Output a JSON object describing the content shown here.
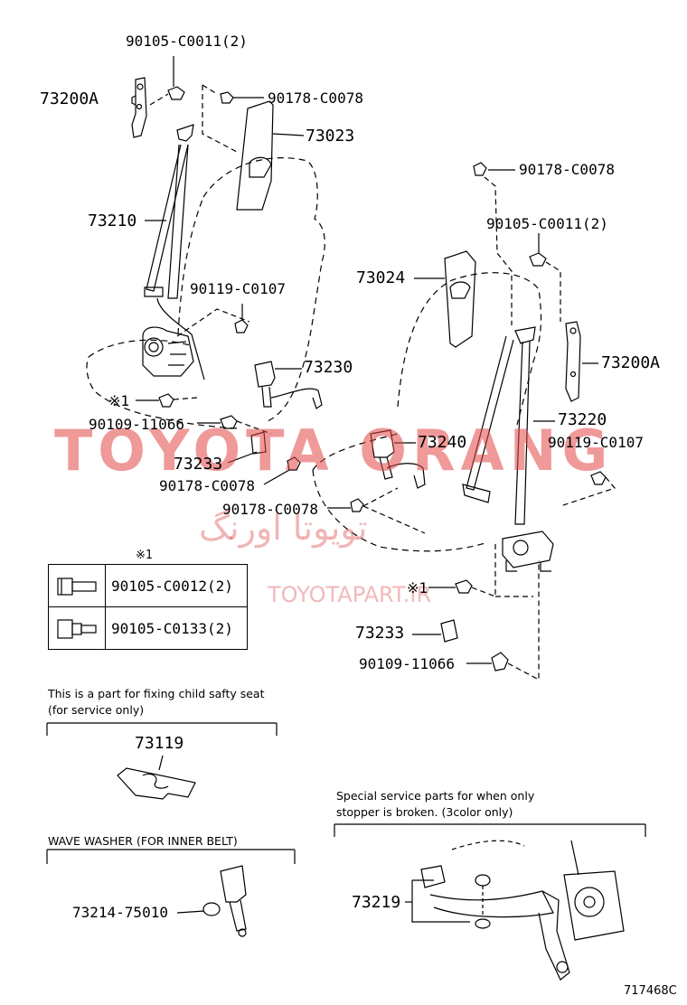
{
  "parts": {
    "p_90105_c0011_top": "90105-C0011(2)",
    "p_73200a_left": "73200A",
    "p_90178_top_left": "90178-C0078",
    "p_73023": "73023",
    "p_73210": "73210",
    "p_90119_left": "90119-C0107",
    "p_73230": "73230",
    "p_mark_left": "※1",
    "p_90109_left": "90109-11066",
    "p_73233_left": "73233",
    "p_90178_mid_left": "90178-C0078",
    "p_90178_top_right": "90178-C0078",
    "p_90105_c0011_right": "90105-C0011(2)",
    "p_73024": "73024",
    "p_73200a_right": "73200A",
    "p_73220": "73220",
    "p_73240": "73240",
    "p_90119_right": "90119-C0107",
    "p_90178_mid_right": "90178-C0078",
    "p_mark_right": "※1",
    "p_73233_right": "73233",
    "p_90109_right": "90109-11066"
  },
  "kit_table": {
    "mark": "※1",
    "rows": [
      {
        "part": "90105-C0012(2)"
      },
      {
        "part": "90105-C0133(2)"
      }
    ]
  },
  "child_seat": {
    "note_line1": "This is a part for fixing child safty seat",
    "note_line2": "(for service only)",
    "part": "73119"
  },
  "wave_washer": {
    "note": "WAVE WASHER (FOR INNER BELT)",
    "part": "73214-75010"
  },
  "stopper": {
    "note_line1": "Special service parts for when only",
    "note_line2": "stopper is broken. (3color only)",
    "part": "73219"
  },
  "watermarks": {
    "main": "TOYOTA ORANG",
    "farsi": "تویوتا اورنگ",
    "url": "TOYOTAPART.IR"
  },
  "diagram_code": "717468C"
}
